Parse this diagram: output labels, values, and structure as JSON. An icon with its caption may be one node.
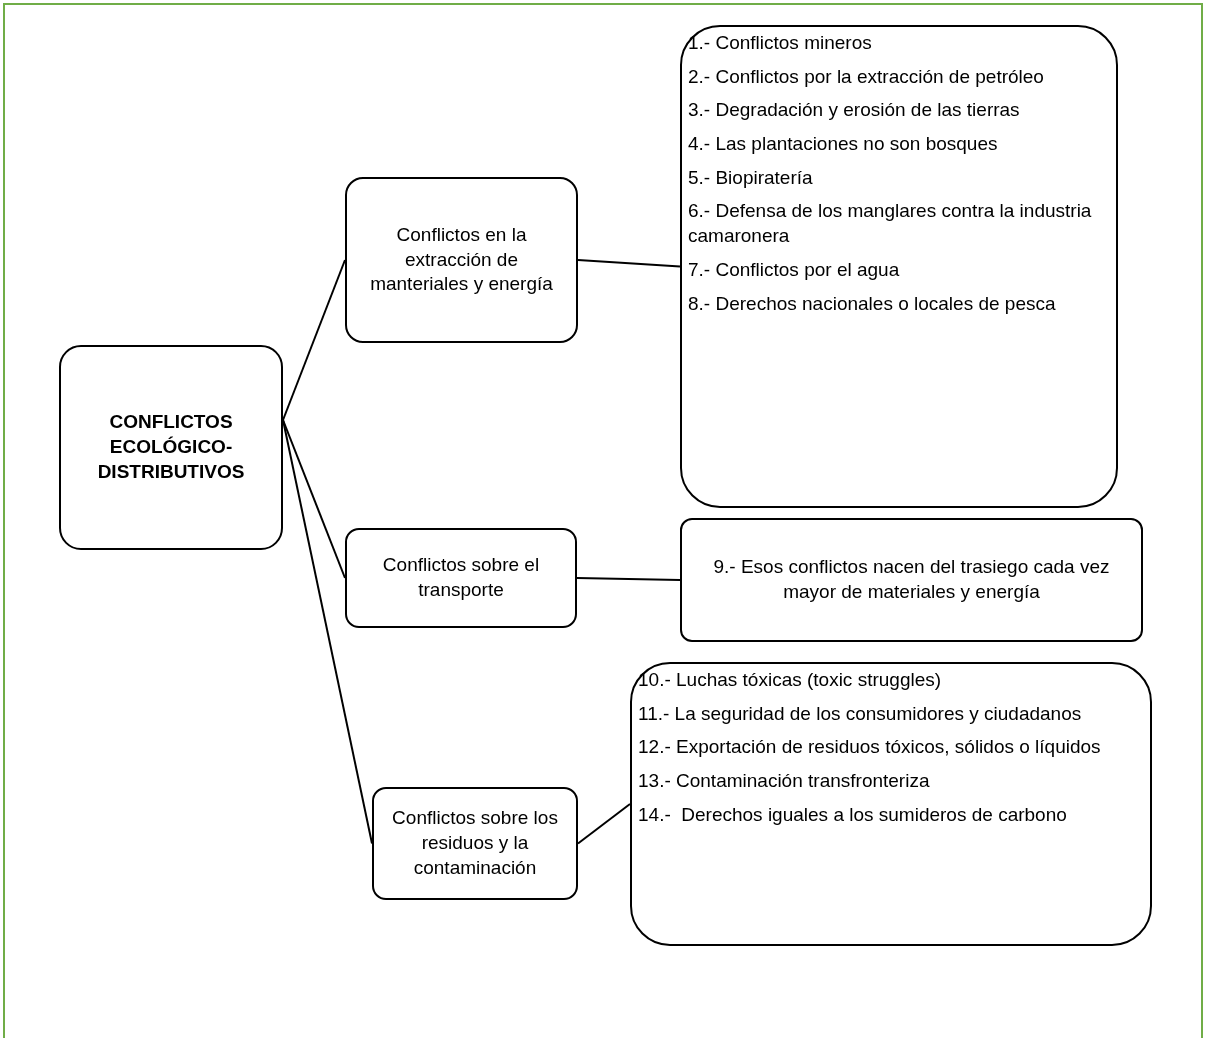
{
  "diagram": {
    "nodes": [
      {
        "text": [
          "CONFLICTOS ECOLÓGICO-DISTRIBUTIVOS"
        ]
      },
      {
        "text": [
          "Conflictos en la extracción de manteriales y energía"
        ]
      },
      {
        "text": [
          "1.- Conflictos mineros",
          "2.- Conflictos por la extracción de petróleo",
          "3.- Degradación y erosión de las tierras",
          "4.- Las plantaciones no son bosques",
          "5.- Biopiratería",
          "6.- Defensa de los manglares contra la industria camaronera",
          "7.- Conflictos por el agua",
          "8.- Derechos nacionales o locales de pesca"
        ]
      },
      {
        "text": [
          "Conflictos sobre el transporte"
        ]
      },
      {
        "text": [
          "9.- Esos conflictos nacen del trasiego cada vez mayor de materiales y energía"
        ]
      },
      {
        "text": [
          "Conflictos sobre los residuos y la contaminación"
        ]
      },
      {
        "text": [
          "10.- Luchas tóxicas (toxic struggles)",
          "11.- La seguridad de los consumidores y ciudadanos",
          "12.- Exportación de residuos tóxicos, sólidos o líquidos",
          "13.- Contaminación transfronteriza",
          "14.-  Derechos iguales a los sumideros de carbono"
        ]
      }
    ],
    "edges": [
      {
        "from": 0,
        "to": 1,
        "arrow": "none"
      },
      {
        "from": 0,
        "to": 3,
        "arrow": "none"
      },
      {
        "from": 0,
        "to": 5,
        "arrow": "none"
      },
      {
        "from": 1,
        "to": 2,
        "arrow": "none"
      },
      {
        "from": 3,
        "to": 4,
        "arrow": "none"
      },
      {
        "from": 5,
        "to": 6,
        "arrow": "none"
      }
    ]
  }
}
